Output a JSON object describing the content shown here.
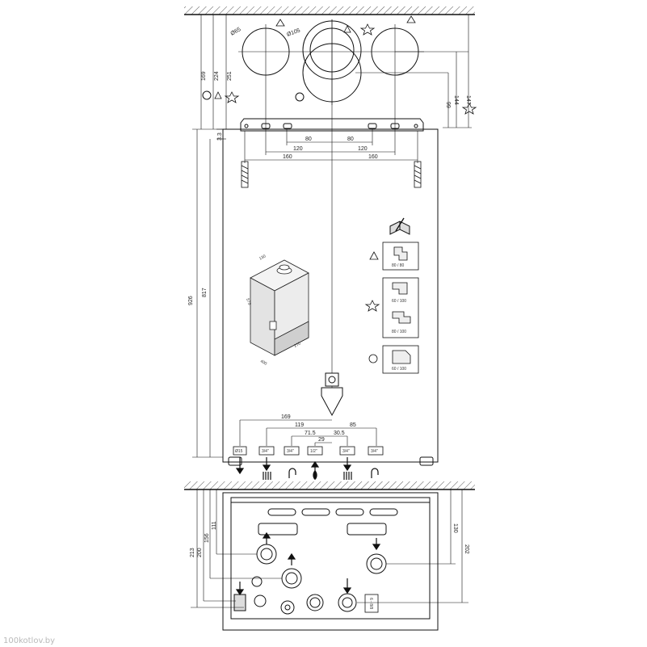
{
  "watermark": "100kotlov.by",
  "top": {
    "diam_small": "Ø65",
    "diam_large": "Ø105",
    "dims_left": [
      "169",
      "224",
      "251"
    ],
    "dims_right": [
      "147",
      "144",
      "99"
    ],
    "dim_3_3": "3.3"
  },
  "bracket": {
    "row1": [
      "80",
      "80"
    ],
    "row2": [
      "120",
      "120"
    ],
    "row3": [
      "160",
      "160"
    ]
  },
  "body": {
    "height_outer": "926",
    "height_inner": "817"
  },
  "iso": {
    "top": "130",
    "side": "575",
    "bottom_w": "400",
    "bottom_d": "270"
  },
  "legend": [
    {
      "symbol": "triangle",
      "label": "80 / 80"
    },
    {
      "symbol": "star",
      "label_a": "60 / 100",
      "label_b": "80 / 100"
    },
    {
      "symbol": "circle",
      "label": "60 / 100"
    }
  ],
  "conn_dims": [
    "169",
    "119",
    "85",
    "71.5",
    "30.5",
    "29"
  ],
  "fittings": [
    "Ø15",
    "3/4\"",
    "3/4\"",
    "1/2\"",
    "3/4\"",
    "3/4\""
  ],
  "bottom": {
    "dims_left": [
      "111",
      "156",
      "200",
      "213"
    ],
    "dims_right": [
      "130",
      "202"
    ],
    "label_box": "6 - 8/8"
  }
}
